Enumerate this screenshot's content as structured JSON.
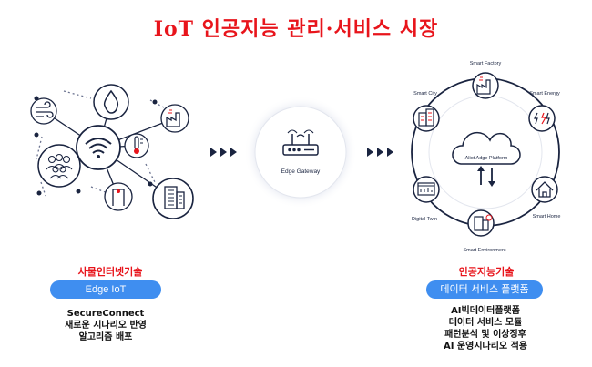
{
  "title": "IoT  인공지능 관리·서비스 시장",
  "left": {
    "heading": "사물인터넷기술",
    "pill": "Edge IoT",
    "lines": [
      "SecureConnect",
      "새로운 시나리오 반영",
      "알고리즘 배포"
    ]
  },
  "center": {
    "device_label": "Edge Gateway"
  },
  "right": {
    "heading": "인공지능기술",
    "pill": "데이터 서비스 플랫폼",
    "lines": [
      "AI빅데이터플랫폼",
      "데이터 서비스 모듈",
      "패턴분석 및 이상징후",
      "AI 운영시나리오 적용"
    ],
    "platform_label": "Aliot Adge Platform",
    "nodes": {
      "factory": "Smart Factory",
      "energy": "Smart Energy",
      "home": "Smart Home",
      "environment": "Smart Environment",
      "twin": "Digital Twin",
      "city": "Smart City"
    }
  },
  "colors": {
    "title": "#e8141b",
    "navy": "#1a2440",
    "pill": "#3f8ef0"
  }
}
